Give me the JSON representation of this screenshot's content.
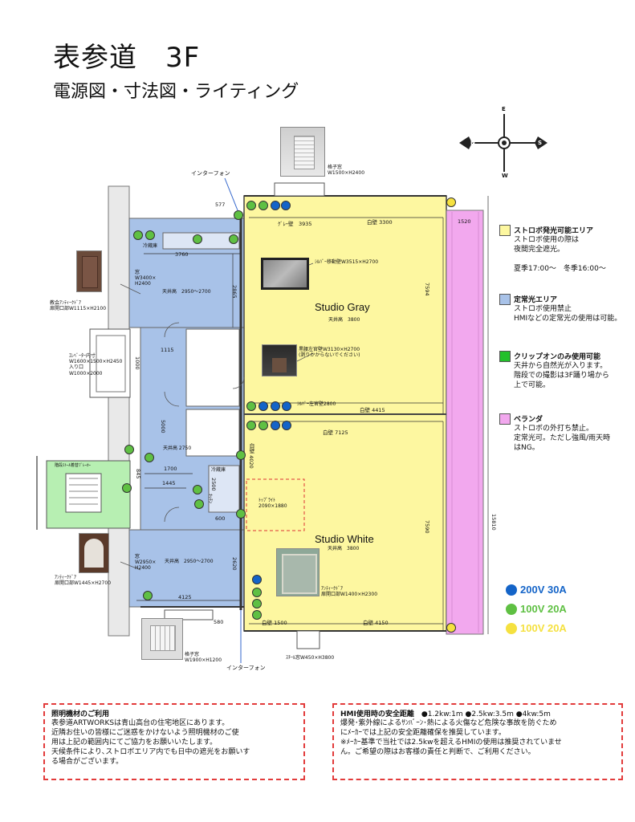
{
  "header": {
    "title": "表参道　3F",
    "subtitle": "電源図・寸法図・ライティング"
  },
  "compass": {
    "n": "N",
    "e": "E",
    "s": "S",
    "w": "W"
  },
  "colors": {
    "strobe_area": "#fdf7a0",
    "daylight_area": "#a8c2e8",
    "clip_on_area": "#b7efb2",
    "veranda": "#f2a8ee",
    "power_200v": "#1464c8",
    "power_100v_green": "#5fc043",
    "power_100v_yellow": "#f5e140",
    "note_border": "#e23b3b"
  },
  "plan": {
    "intercom_top": "インターフォン",
    "intercom_bottom": "インターフォン",
    "window_top": [
      "格子窓",
      "W1500×H2400"
    ],
    "window_bottom": [
      "格子窓",
      "W1900×H1200"
    ],
    "studio_gray": "Studio Gray",
    "studio_white": "Studio White",
    "ceiling_gray": "天井高　3800",
    "ceiling_white": "天井高　3800",
    "ceiling_blue_top": "天井高　2950〜2700",
    "ceiling_blue_mid": "天井高 2750",
    "ceiling_blue_bottom": "天井高　2950〜2700",
    "fridge": "冷蔵庫",
    "fridge2": "冷蔵庫",
    "kitchen": "ｷｯﾁﾝ",
    "window_left_top": [
      "窓",
      "W3400×",
      "H2400"
    ],
    "window_left_bottom": [
      "窓",
      "W2950×",
      "H2400"
    ],
    "antique_door_label": [
      "教会ｱﾝﾃｨｰｸﾄﾞｱ",
      "扉開口部W1115×H2100"
    ],
    "elevator": [
      "ｴﾚﾍﾞｰﾀｰ内寸",
      "W1600×1500×H2450",
      "入り口",
      "W1000×2000"
    ],
    "stairs": "階段ｽﾄｰﾙ着替ﾌﾞﾚｰｶｰ",
    "antique_door2_label": [
      "ｱﾝﾃｨｰｸﾄﾞｱ",
      "扉開口部W1445×H2700"
    ],
    "wall_movable": "ｼﾙﾊﾞｰ移動壁W3515×H2700",
    "black_wall": [
      "黒腰左官壁W3130×H2700",
      "(剥りかからないでください)"
    ],
    "silver_wall": "ｼﾙﾊﾞｰ左官壁2800",
    "top_light": [
      "ﾄｯﾌﾟﾗｲﾄ",
      "2090×1880"
    ],
    "antique_door3": [
      "ｱﾝﾃｨｰｸﾄﾞｱ",
      "扉開口部W1400×H2300"
    ],
    "steel_window": "ｽﾁｰﾙ窓W450×H3800",
    "dims": {
      "d577": "577",
      "d1520": "1520",
      "gray3935": "ｸﾞﾚｰ壁　3935",
      "white3300": "白壁 3300",
      "d3760": "3760",
      "d2865": "2865",
      "d7594": "7594",
      "d1115": "1115",
      "d1000": "1000",
      "d5000": "5000",
      "white4415": "白壁 4415",
      "white7125": "白壁 7125",
      "white4020": "白壁 4020",
      "d1700": "1700",
      "d1445": "1445",
      "d845": "845",
      "d2500": "2500",
      "d600": "600",
      "d7590": "7590",
      "d15810": "15810",
      "d2620": "2620",
      "d4125": "4125",
      "d580": "580",
      "white1500": "白壁 1500",
      "white4150": "白壁 4150"
    }
  },
  "legend": [
    {
      "title": "ストロボ発光可能エリア",
      "lines": [
        "ストロボ使用の際は",
        "夜間完全遮光。",
        "",
        "夏季17:00〜　冬季16:00〜"
      ],
      "color": "#fdf7a0"
    },
    {
      "title": "定常光エリア",
      "lines": [
        "ストロボ使用禁止",
        "HMIなどの定常光の使用は可能。"
      ],
      "color": "#a8c2e8"
    },
    {
      "title": "クリップオンのみ使用可能",
      "lines": [
        "天井から自然光が入ります。",
        "階段での撮影は3F踊り場から",
        "上で可能。"
      ],
      "color": "#22c02a"
    },
    {
      "title": "ベランダ",
      "lines": [
        "ストロボの外打ち禁止。",
        "定常光可。ただし強風/雨天時",
        "はNG。"
      ],
      "color": "#f2a8ee"
    }
  ],
  "power_legend": [
    {
      "label": "200V 30A",
      "color": "#1464c8"
    },
    {
      "label": "100V 20A",
      "color": "#5fc043"
    },
    {
      "label": "100V 20A",
      "color": "#f5e140"
    }
  ],
  "notes": {
    "lighting": {
      "title": "照明機材のご利用",
      "lines": [
        "表参道ARTWORKSは青山高台の住宅地区にあります。",
        "近隣お住いの皆様にご迷惑をかけないよう照明機材のご使",
        "用は上記の範囲内にてご協力をお願いいたします。",
        "天候条件により､ストロボエリア内でも日中の遮光をお願いす",
        "る場合がございます。"
      ]
    },
    "hmi": {
      "title": "HMI使用時の安全距離",
      "title_extra": "●1.2kw:1m ●2.5kw:3.5m ●4kw:5m",
      "lines": [
        "爆発･紫外線によるｻﾝﾊﾞｰﾝ･熱による火傷など危険な事故を防ぐため",
        "にﾒｰｶｰでは上記の安全距離確保を推奨しています。",
        "※ﾒｰｶｰ基準で当社では2.5kwを超えるHMIの使用は推奨されていませ",
        "ん。ご希望の際はお客様の責任と判断で、ご利用ください。"
      ]
    }
  }
}
